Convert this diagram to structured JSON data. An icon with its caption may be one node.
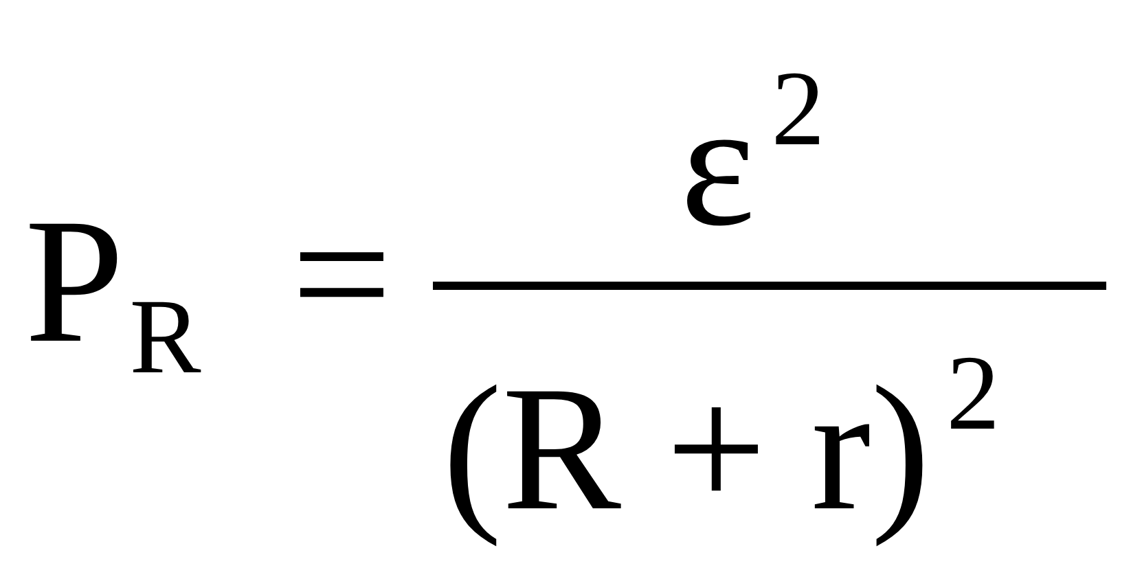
{
  "diagram": {
    "labels": [
      "P$_{R}$",
      "=",
      "ε$^{2}$",
      "(R + r)$^{2}$"
    ]
  }
}
